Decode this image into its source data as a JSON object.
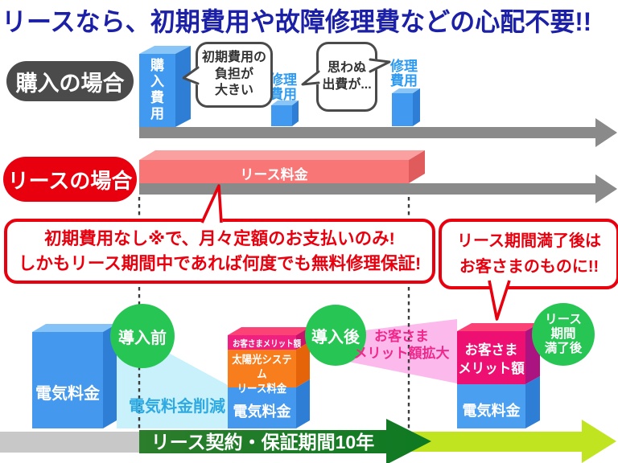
{
  "title": "リースなら、初期費用や故障修理費などの心配不要!!",
  "purchase": {
    "label": "購入の場合",
    "initial_bar": "購入費用",
    "bubble_initial": [
      "初期費用の",
      "負担が",
      "大きい"
    ],
    "repair_label_1": "修理費用",
    "bubble_unexpected": [
      "思わぬ",
      "出費が..."
    ],
    "repair_label_2": "修理費用"
  },
  "lease": {
    "label": "リースの場合",
    "bar": "リース料金"
  },
  "callout_main": {
    "line1": "初期費用なし※で、月々定額のお支払いのみ!",
    "line2": "しかもリース期間中であれば何度でも無料修理保証!"
  },
  "callout_end": {
    "line1": "リース期間満了後は",
    "line2": "お客さまのものに!!"
  },
  "flow": {
    "before_circle": "導入前",
    "before_bar": "電気料金",
    "savings": "電気料金削減",
    "after_circle": "導入後",
    "after_bar_merit": "お客さまメリット額",
    "after_bar_solar1": "太陽光システム",
    "after_bar_solar2": "リース料金",
    "after_bar_electric": "電気料金",
    "expand1": "お客さま",
    "expand2": "メリット額拡大",
    "end_circle1": "リース",
    "end_circle2": "期間",
    "end_circle3": "満了後",
    "end_bar_merit1": "お客さま",
    "end_bar_merit2": "メリット額",
    "end_bar_electric": "電気料金",
    "timeline": "リース契約・保証期間10年"
  },
  "colors": {
    "title_blue": "#1b20a6",
    "accent_red": "#e8000e",
    "bar_blue": "#4299f0",
    "lease_bar_red": "#f87676",
    "circle_green": "#27c554",
    "merit_pink": "#ee0f73",
    "solar_orange": "#f87d1d",
    "savings_cyan": "#c9f1fb",
    "expand_pink": "#fcb9ec",
    "timeline_dark_green": "#1e7a1e",
    "timeline_chartreuse": "#c0e520",
    "arrow_gray": "#8a8a8a"
  }
}
